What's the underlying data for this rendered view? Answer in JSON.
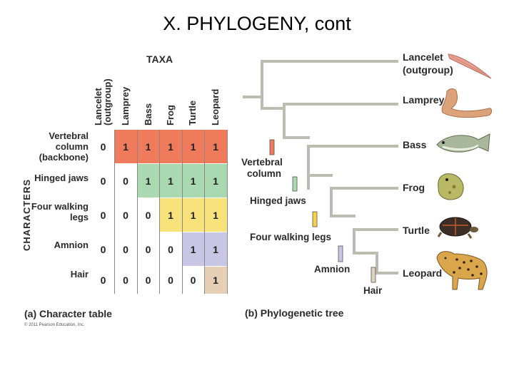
{
  "title": "X.  PHYLOGENY, cont",
  "table": {
    "taxa_heading": "TAXA",
    "characters_heading": "CHARACTERS",
    "taxa": [
      [
        "Lancelet",
        "(outgroup)"
      ],
      [
        "Lamprey"
      ],
      [
        "Bass"
      ],
      [
        "Frog"
      ],
      [
        "Turtle"
      ],
      [
        "Leopard"
      ]
    ],
    "rows": [
      {
        "label": [
          "Vertebral",
          "column",
          "(backbone)"
        ],
        "values": [
          "0",
          "1",
          "1",
          "1",
          "1",
          "1"
        ],
        "color": "#ef7b5c",
        "from": 1
      },
      {
        "label": [
          "Hinged jaws"
        ],
        "values": [
          "0",
          "0",
          "1",
          "1",
          "1",
          "1"
        ],
        "color": "#a9d9b0",
        "from": 2
      },
      {
        "label": [
          "Four walking",
          "legs"
        ],
        "values": [
          "0",
          "0",
          "0",
          "1",
          "1",
          "1"
        ],
        "color": "#f7e27c",
        "from": 3
      },
      {
        "label": [
          "Amnion"
        ],
        "values": [
          "0",
          "0",
          "0",
          "0",
          "1",
          "1"
        ],
        "color": "#c9c5e4",
        "from": 4
      },
      {
        "label": [
          "Hair"
        ],
        "values": [
          "0",
          "0",
          "0",
          "0",
          "0",
          "1"
        ],
        "color": "#e7cfb6",
        "from": 5
      }
    ],
    "caption": "(a) Character table",
    "copyright": "© 2011 Pearson Education, Inc."
  },
  "tree": {
    "taxa": [
      "Lancelet",
      "(outgroup)",
      "Lamprey",
      "Bass",
      "Frog",
      "Turtle",
      "Leopard"
    ],
    "characters": [
      "Vertebral",
      "column",
      "Hinged jaws",
      "Four walking legs",
      "Amnion",
      "Hair"
    ],
    "marker_colors": [
      "#ef7b5c",
      "#a9d9b0",
      "#f2d24c",
      "#c9c5e4",
      "#e0d2c0"
    ],
    "caption": "(b) Phylogenetic tree"
  }
}
